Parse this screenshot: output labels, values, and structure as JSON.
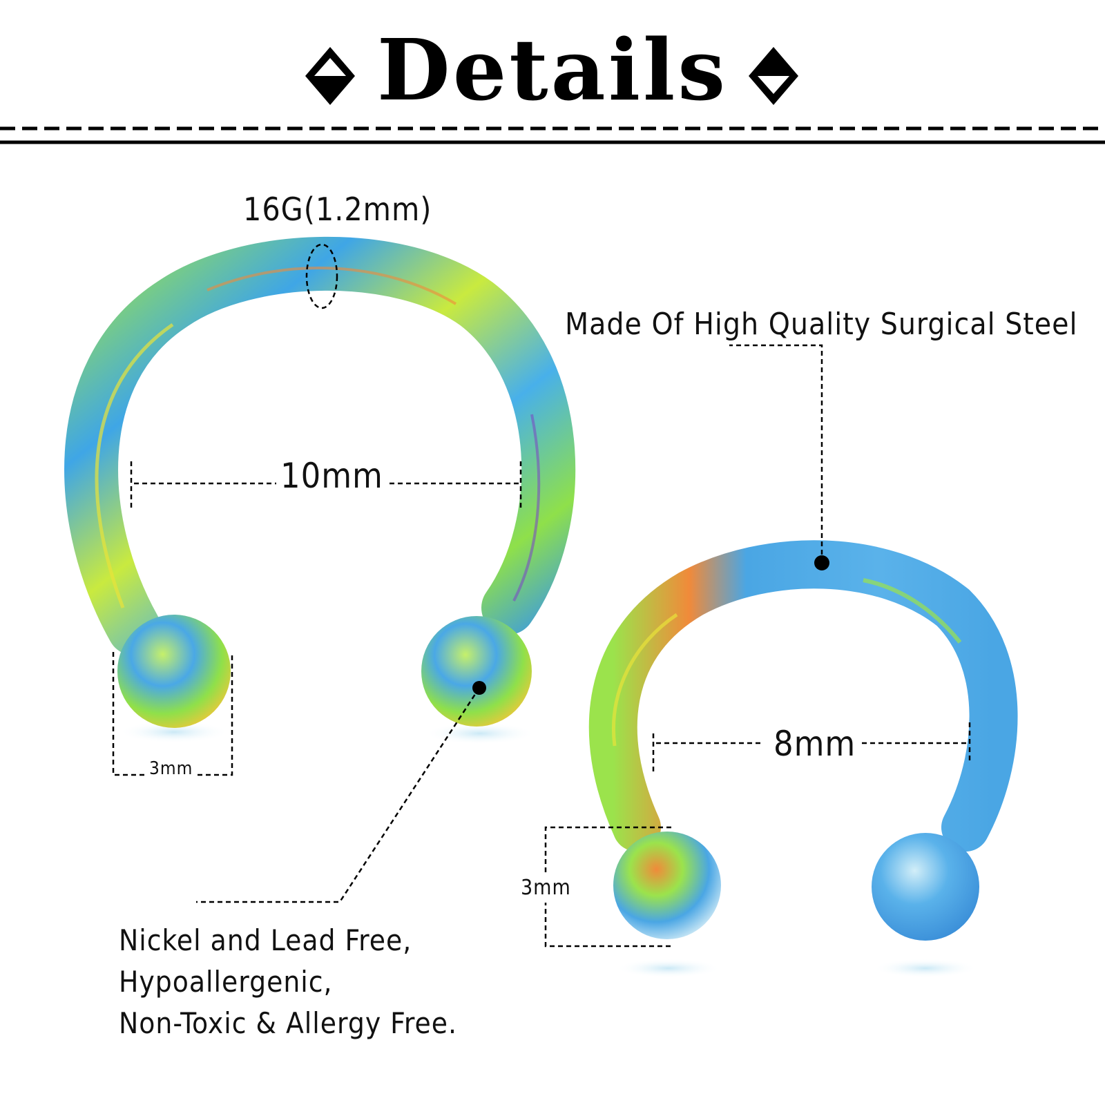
{
  "title": "Details",
  "header_icons": [
    "diamond-icon",
    "diamond-icon"
  ],
  "gauge_label": "16G(1.2mm)",
  "large_ring": {
    "inner_diameter": "10mm",
    "ball_size": "3mm"
  },
  "small_ring": {
    "inner_diameter": "8mm",
    "ball_size": "3mm"
  },
  "material_label": "Made Of High Quality Surgical Steel",
  "features": [
    "Nickel and Lead Free,",
    "Hypoallergenic,",
    "Non-Toxic & Allergy Free."
  ],
  "colors": {
    "text": "#111111",
    "ring_green": "#8ee04a",
    "ring_blue": "#3fa6e6",
    "ring_yellow": "#e8e23a",
    "ring_orange": "#f08a3a",
    "ring_purple": "#7a4fc2"
  }
}
